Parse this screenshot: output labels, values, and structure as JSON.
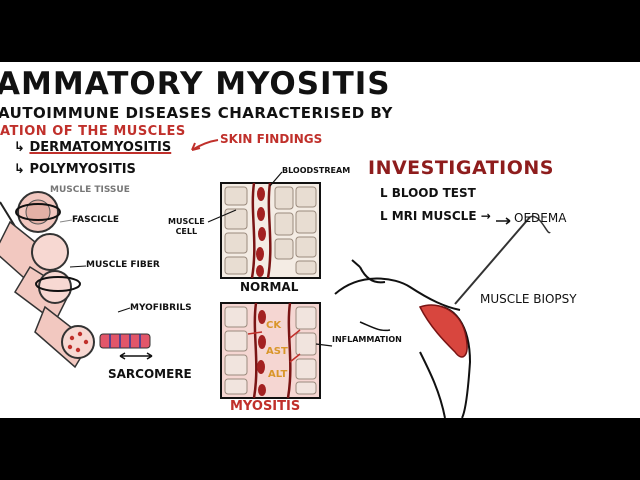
{
  "title": "AMMATORY MYOSITIS",
  "intro_line1": "AUTOIMMUNE DISEASES CHARACTERISED BY",
  "intro_line2": "ATION OF THE MUSCLES",
  "bullets": [
    {
      "marker": "↳",
      "text": "DERMATOMYOSITIS"
    },
    {
      "marker": "↳",
      "text": "POLYMYOSITIS"
    }
  ],
  "skin_findings": "SKIN FINDINGS",
  "investigations": {
    "title": "INVESTIGATIONS",
    "blood_test": "BLOOD TEST",
    "mri": "MRI MUSCLE",
    "mri_arrow": "→",
    "oedema": "OEDEMA",
    "biopsy": "MUSCLE BIOPSY"
  },
  "muscle_labels": {
    "tissue": "MUSCLE TISSUE",
    "fascicle": "FASCICLE",
    "fiber": "MUSCLE FIBER",
    "myofibrils": "MYOFIBRILS",
    "sarcomere": "SARCOMERE"
  },
  "cell_panel": {
    "muscle_cell_line1": "MUSCLE",
    "muscle_cell_line2": "CELL",
    "bloodstream": "BLOODSTREAM",
    "normal": "NORMAL",
    "inflammation": "INFLAMMATION",
    "myositis": "MYOSITIS",
    "markers": [
      "CK",
      "AST",
      "ALT"
    ]
  },
  "colors": {
    "accent_red": "#c0302b",
    "dark_red": "#8e1d1d",
    "muscle_pink": "#f2c8c0",
    "cell_fill": "#efe6de",
    "marker_orange": "#d9962a",
    "letterbox": "#000000"
  }
}
